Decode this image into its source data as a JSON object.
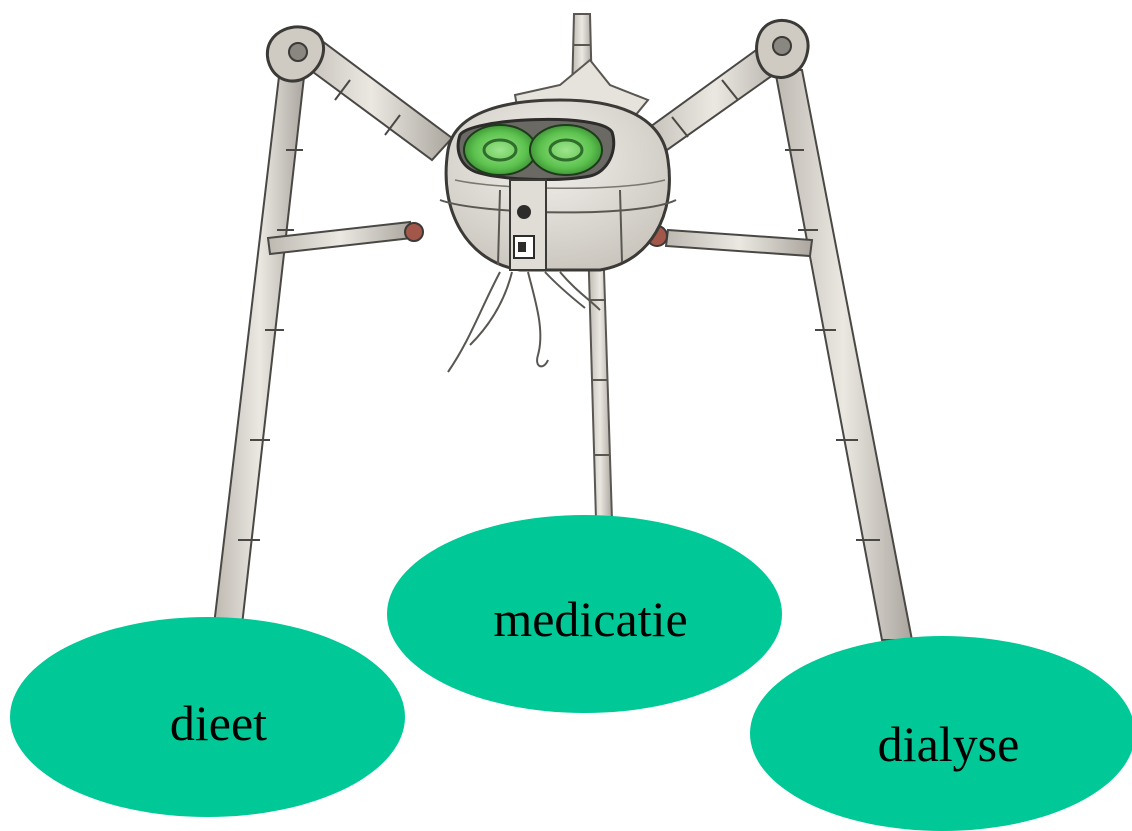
{
  "illustration": {
    "subject": "tripod-icon",
    "colors": {
      "body": "#d9d6cf",
      "outline": "#4a4845",
      "eyes": "#58c24a",
      "bubble": "#00c896"
    }
  },
  "labels": {
    "left": "dieet",
    "middle": "medicatie",
    "right": "dialyse"
  }
}
